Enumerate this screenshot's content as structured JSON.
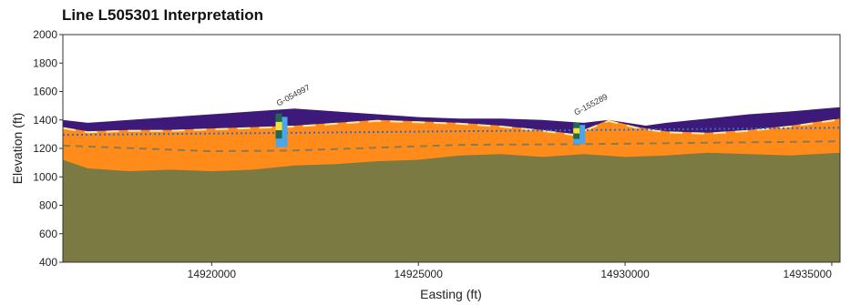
{
  "chart_data": {
    "type": "area",
    "title": "Line L505301 Interpretation",
    "xlabel": "Easting (ft)",
    "ylabel": "Elevation (ft)",
    "xlim": [
      14916400,
      14935200
    ],
    "ylim": [
      400,
      2000
    ],
    "x_ticks": [
      14920000,
      14925000,
      14930000,
      14935000
    ],
    "x_tick_labels": [
      "14920000",
      "14925000",
      "14930000",
      "14935000"
    ],
    "y_ticks": [
      400,
      600,
      800,
      1000,
      1200,
      1400,
      1600,
      1800,
      2000
    ],
    "y_tick_labels": [
      "400",
      "600",
      "800",
      "1000",
      "1200",
      "1400",
      "1600",
      "1800",
      "2000"
    ],
    "grid": false,
    "colors": {
      "bedrock": "#7a7a42",
      "sand": "#ff8c1a",
      "clay": "#3d1a7a",
      "upper_zone": "#ffeaa0",
      "water_line": "#2e6bd6",
      "dashed_surface": "#8a7a52"
    },
    "layers": [
      {
        "name": "bedrock",
        "top": [
          [
            14916400,
            1120
          ],
          [
            14917000,
            1060
          ],
          [
            14918000,
            1040
          ],
          [
            14919000,
            1050
          ],
          [
            14920000,
            1040
          ],
          [
            14921000,
            1050
          ],
          [
            14922000,
            1080
          ],
          [
            14923000,
            1090
          ],
          [
            14924000,
            1110
          ],
          [
            14925000,
            1120
          ],
          [
            14926000,
            1150
          ],
          [
            14927000,
            1160
          ],
          [
            14928000,
            1140
          ],
          [
            14929000,
            1160
          ],
          [
            14930000,
            1140
          ],
          [
            14931000,
            1150
          ],
          [
            14932000,
            1170
          ],
          [
            14933000,
            1160
          ],
          [
            14934000,
            1150
          ],
          [
            14935200,
            1170
          ]
        ]
      },
      {
        "name": "sand",
        "top": [
          [
            14916400,
            1350
          ],
          [
            14917000,
            1320
          ],
          [
            14918000,
            1330
          ],
          [
            14919000,
            1330
          ],
          [
            14920000,
            1340
          ],
          [
            14921000,
            1350
          ],
          [
            14922000,
            1360
          ],
          [
            14923000,
            1380
          ],
          [
            14924000,
            1400
          ],
          [
            14925000,
            1390
          ],
          [
            14926000,
            1380
          ],
          [
            14927000,
            1360
          ],
          [
            14928000,
            1330
          ],
          [
            14928800,
            1300
          ],
          [
            14929000,
            1330
          ],
          [
            14929600,
            1400
          ],
          [
            14930300,
            1350
          ],
          [
            14931000,
            1320
          ],
          [
            14932000,
            1310
          ],
          [
            14933000,
            1330
          ],
          [
            14934000,
            1360
          ],
          [
            14935200,
            1410
          ]
        ]
      },
      {
        "name": "clay",
        "top": [
          [
            14916400,
            1400
          ],
          [
            14917000,
            1380
          ],
          [
            14918000,
            1400
          ],
          [
            14919000,
            1420
          ],
          [
            14920000,
            1440
          ],
          [
            14921000,
            1460
          ],
          [
            14922000,
            1480
          ],
          [
            14923000,
            1460
          ],
          [
            14924000,
            1440
          ],
          [
            14925000,
            1420
          ],
          [
            14926000,
            1410
          ],
          [
            14927000,
            1410
          ],
          [
            14928000,
            1400
          ],
          [
            14929000,
            1380
          ],
          [
            14929600,
            1400
          ],
          [
            14930500,
            1360
          ],
          [
            14931000,
            1380
          ],
          [
            14932000,
            1410
          ],
          [
            14933000,
            1440
          ],
          [
            14934000,
            1460
          ],
          [
            14935200,
            1490
          ]
        ]
      }
    ],
    "water_table": [
      [
        14916400,
        1295
      ],
      [
        14935200,
        1345
      ]
    ],
    "interpreted_surface": [
      [
        14916400,
        1220
      ],
      [
        14920000,
        1180
      ],
      [
        14922000,
        1185
      ],
      [
        14926000,
        1225
      ],
      [
        14929000,
        1230
      ],
      [
        14932000,
        1240
      ],
      [
        14935200,
        1250
      ]
    ],
    "wells": [
      {
        "label": "G-054997",
        "x": 14921700,
        "top": 1445,
        "bottom": 1210
      },
      {
        "label": "G-155289",
        "x": 14928900,
        "top": 1380,
        "bottom": 1230
      }
    ]
  }
}
